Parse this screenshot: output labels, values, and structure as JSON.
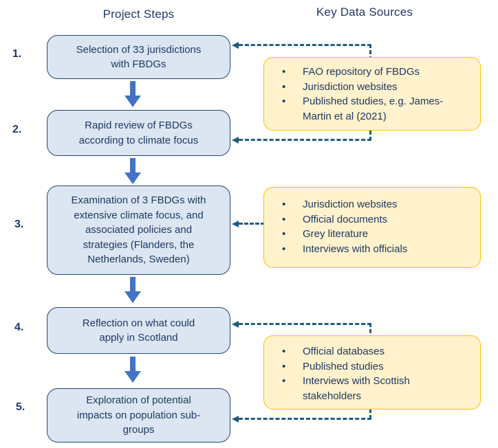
{
  "headers": {
    "project_steps": "Project Steps",
    "key_data_sources": "Key Data Sources"
  },
  "steps": [
    {
      "number": "1.",
      "label": "Selection of 33 jurisdictions\nwith FBDGs"
    },
    {
      "number": "2.",
      "label": "Rapid review of FBDGs\naccording to climate focus"
    },
    {
      "number": "3.",
      "label": "Examination of 3 FBDGs with\nextensive climate focus, and\nassociated policies and\nstrategies (Flanders, the\nNetherlands, Sweden)"
    },
    {
      "number": "4.",
      "label": "Reflection on what could\napply in Scotland"
    },
    {
      "number": "5.",
      "label": "Exploration of potential\nimpacts on population sub-\ngroups"
    }
  ],
  "sources": [
    {
      "items": [
        "FAO repository of FBDGs",
        "Jurisdiction websites",
        "Published studies, e.g. James-\nMartin et al (2021)"
      ]
    },
    {
      "items": [
        "Jurisdiction websites",
        "Official documents",
        "Grey literature",
        "Interviews with officials"
      ]
    },
    {
      "items": [
        "Official databases",
        "Published studies",
        "Interviews with Scottish\nstakeholders"
      ]
    }
  ],
  "icons": {
    "bullet": "•"
  },
  "colors": {
    "step_box_fill": "#dbe6f2",
    "step_box_border": "#24466e",
    "text_navy": "#1f3864",
    "flow_arrow": "#4472c4",
    "source_box_fill": "#fff2cc",
    "source_box_border": "#ffc000",
    "connector_dash": "#1f5d80"
  }
}
